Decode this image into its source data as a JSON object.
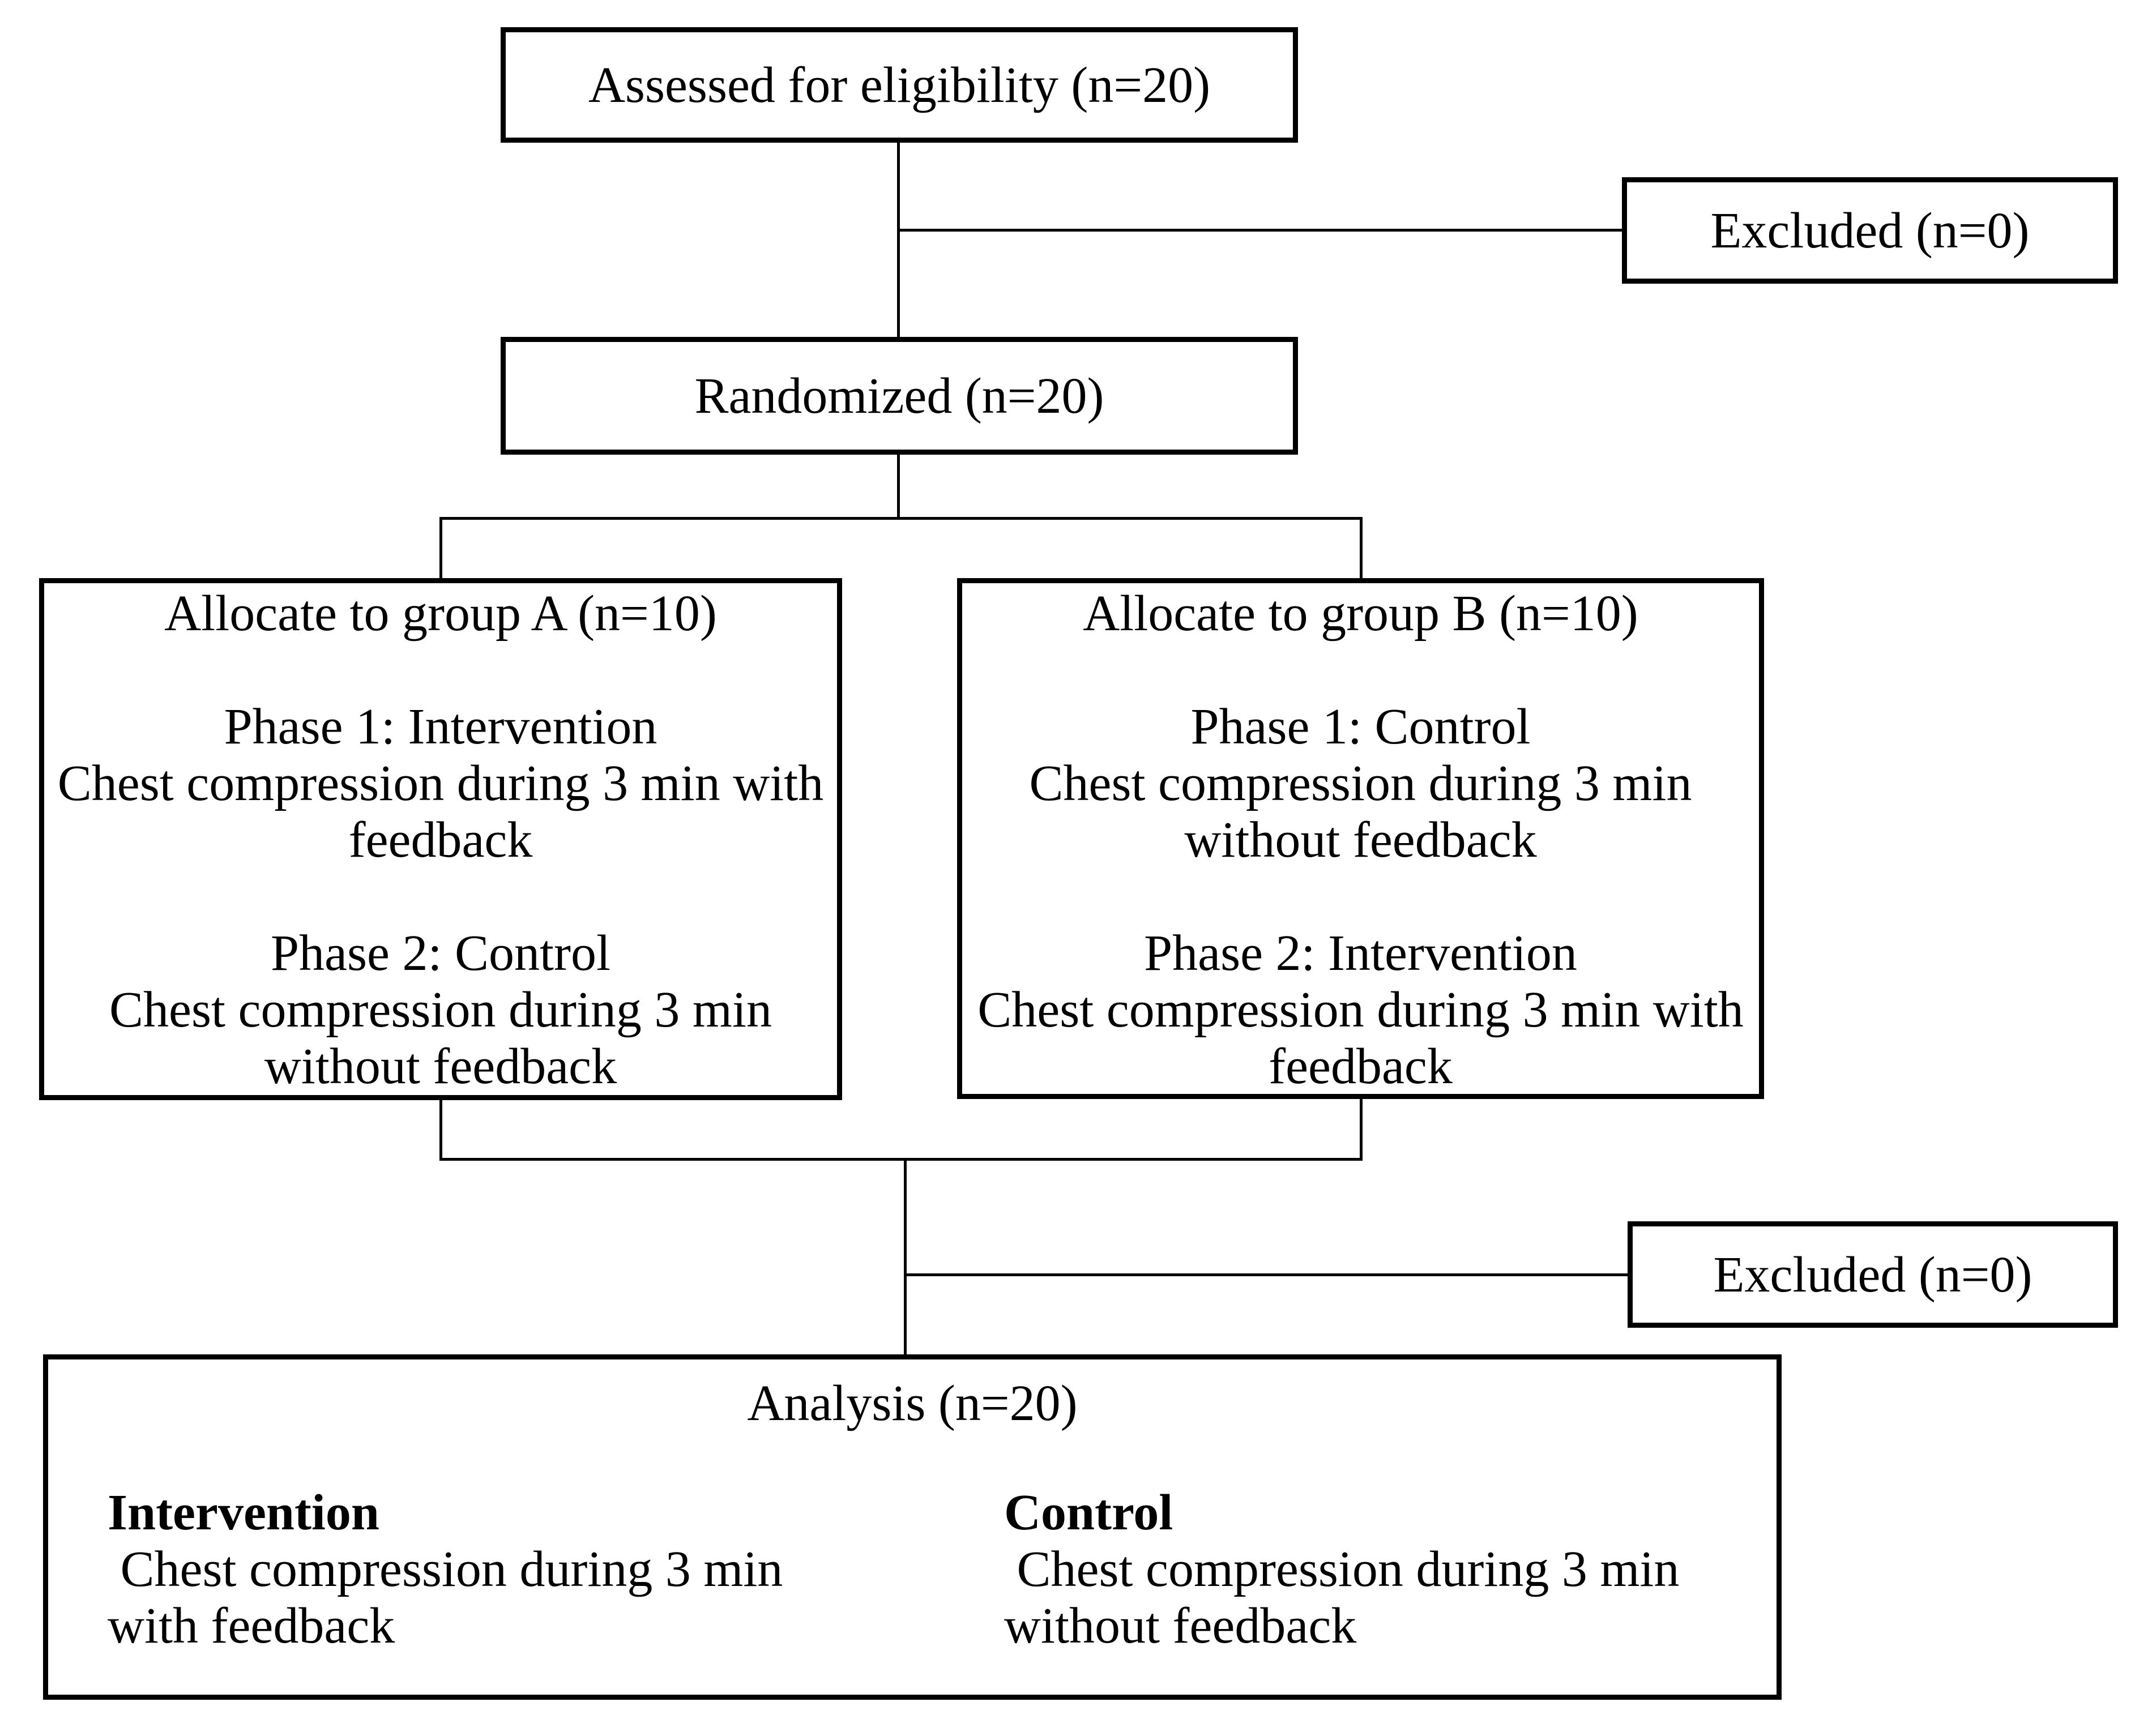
{
  "diagram": {
    "background_color": "#ffffff",
    "line_color": "#000000",
    "boxes": {
      "assessed": {
        "label": "Assessed for eligibility (n=20)"
      },
      "excluded_top": {
        "label": "Excluded (n=0)"
      },
      "randomized": {
        "label": "Randomized (n=20)"
      },
      "group_a": {
        "lines": [
          "Allocate to group A (n=10)",
          "",
          "Phase 1: Intervention",
          "Chest compression during 3 min with",
          "feedback",
          "",
          "Phase 2: Control",
          "Chest compression during 3 min",
          "without feedback"
        ]
      },
      "group_b": {
        "lines": [
          "Allocate to group B (n=10)",
          "",
          "Phase 1: Control",
          "Chest compression during 3 min",
          "without feedback",
          "",
          "Phase 2: Intervention",
          "Chest compression during 3 min with",
          "feedback"
        ]
      },
      "excluded_bottom": {
        "label": "Excluded (n=0)"
      },
      "analysis": {
        "title": "Analysis (n=20)",
        "columns": [
          {
            "heading": "Intervention",
            "lines": [
              " Chest compression during 3 min",
              "with feedback"
            ]
          },
          {
            "heading": "Control",
            "lines": [
              " Chest compression during 3 min",
              "without feedback"
            ]
          }
        ]
      }
    }
  }
}
